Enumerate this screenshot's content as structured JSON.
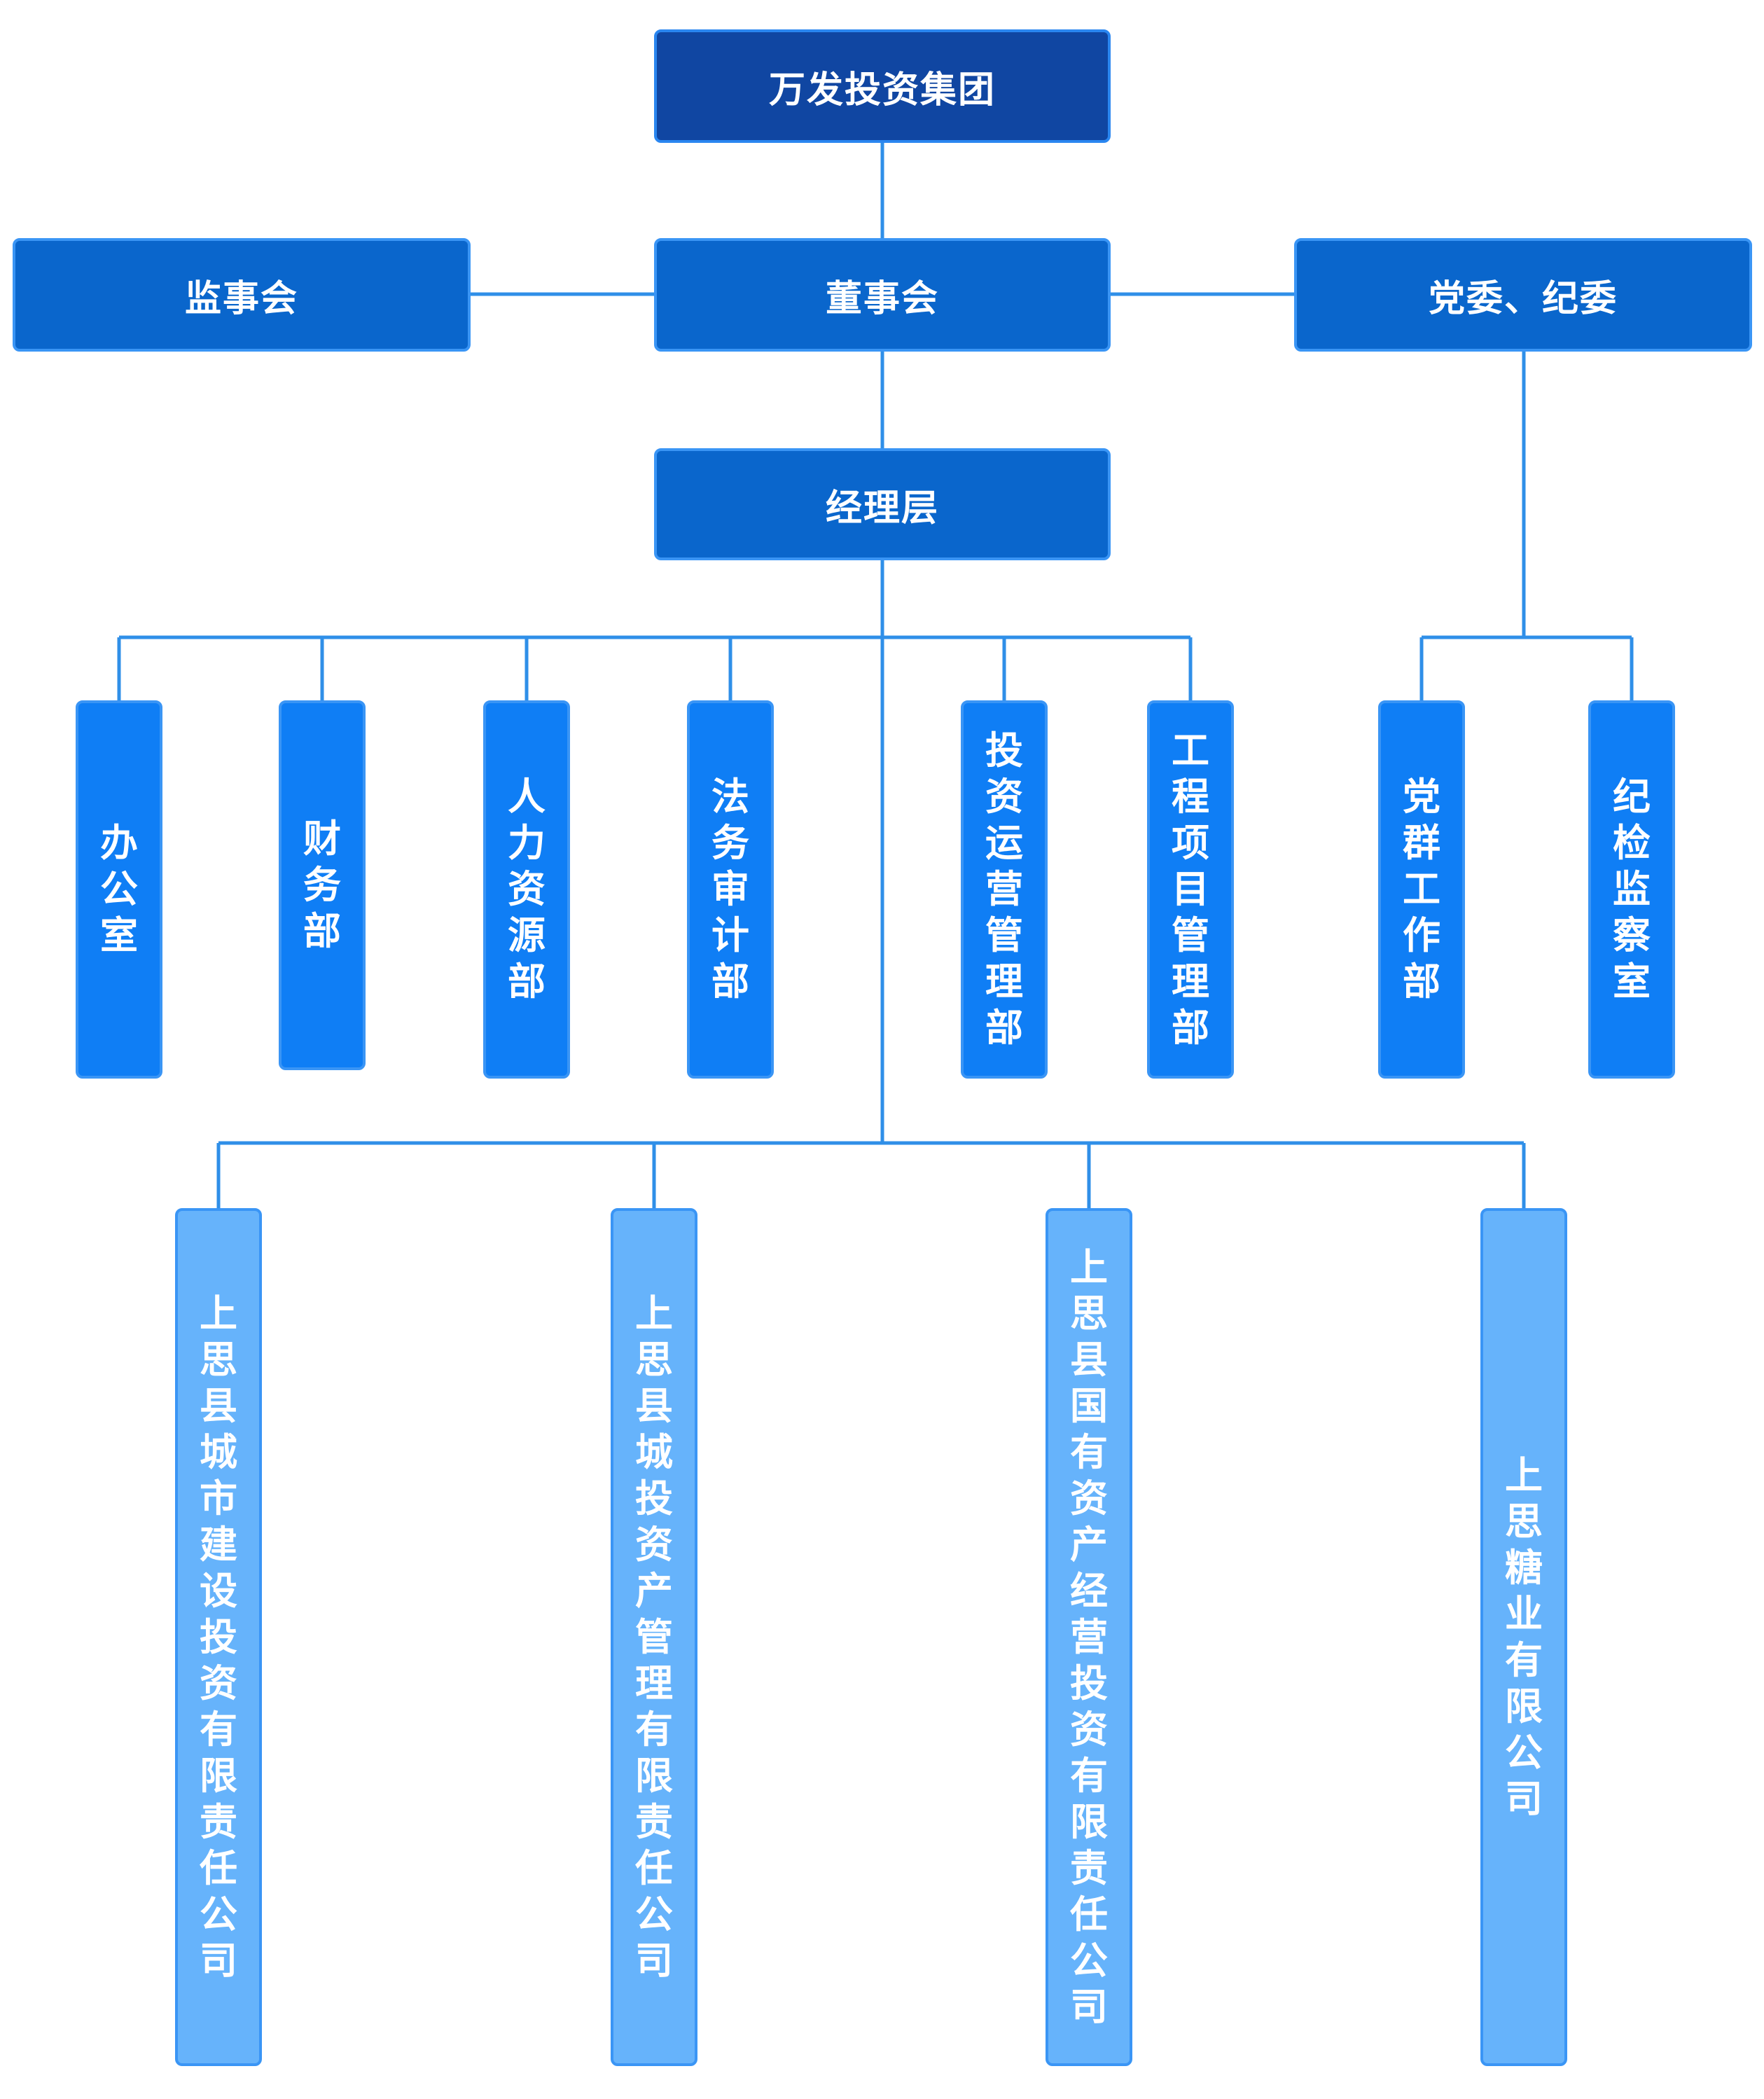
{
  "org": {
    "root": "万发投资集团",
    "supervisors": "监事会",
    "board": "董事会",
    "party": "党委、纪委",
    "management": "经理层",
    "departments": [
      "办公室",
      "财务部",
      "人力资源部",
      "法务审计部",
      "投资运营管理部",
      "工程项目管理部"
    ],
    "party_departments": [
      "党群工作部",
      "纪检监察室"
    ],
    "subsidiaries": [
      "上思县城市建设投资有限责任公司",
      "上思县城投资产管理有限责任公司",
      "上思县国有资产经营投资有限责任公司",
      "上思糖业有限公司"
    ]
  },
  "colors": {
    "root": "#1046a2",
    "level1": "#0a66cc",
    "department": "#0f7ef5",
    "subsidiary": "#66b3fb",
    "connector": "#2f8fe8"
  }
}
